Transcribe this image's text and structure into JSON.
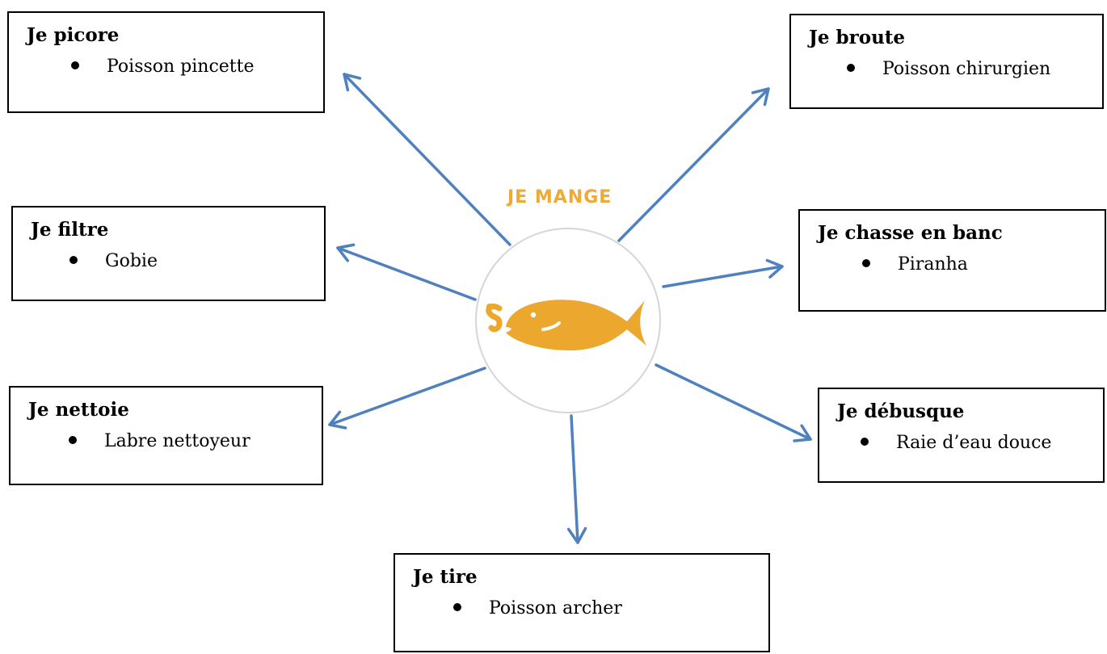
{
  "center": {
    "title": "JE MANGE",
    "title_color": "#F0AA33",
    "icon": "fish-icon",
    "fish_color": "#EBA72E"
  },
  "arrow_color": "#4F81BD",
  "boxes": [
    {
      "id": "picore",
      "title": "Je picore",
      "item": "Poisson pincette"
    },
    {
      "id": "broute",
      "title": "Je broute",
      "item": "Poisson chirurgien"
    },
    {
      "id": "filtre",
      "title": "Je filtre",
      "item": "Gobie"
    },
    {
      "id": "chasse",
      "title": "Je chasse en banc",
      "item": "Piranha"
    },
    {
      "id": "nettoie",
      "title": "Je nettoie",
      "item": "Labre nettoyeur"
    },
    {
      "id": "debusque",
      "title": "Je débusque",
      "item": "Raie d’eau douce"
    },
    {
      "id": "tire",
      "title": "Je tire",
      "item": "Poisson archer"
    }
  ]
}
